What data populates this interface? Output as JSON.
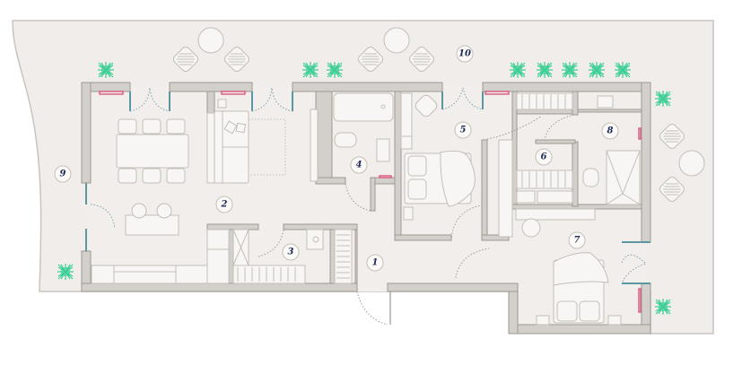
{
  "plan": {
    "title": "Apartment floor plan",
    "rooms": [
      {
        "id": "1",
        "label": "1"
      },
      {
        "id": "2",
        "label": "2"
      },
      {
        "id": "3",
        "label": "3"
      },
      {
        "id": "4",
        "label": "4"
      },
      {
        "id": "5",
        "label": "5"
      },
      {
        "id": "6",
        "label": "6"
      },
      {
        "id": "7",
        "label": "7"
      },
      {
        "id": "8",
        "label": "8"
      },
      {
        "id": "9",
        "label": "9"
      },
      {
        "id": "10",
        "label": "10"
      }
    ],
    "icons": {
      "plant": "plant-icon",
      "radiator": "radiator-icon"
    },
    "colors": {
      "terrace": "#f0edea",
      "wall": "#d3cfca",
      "window": "#5b97a3",
      "radiator": "#d8567a",
      "plant": "#3ecf95",
      "label": "#1c2a55"
    }
  }
}
